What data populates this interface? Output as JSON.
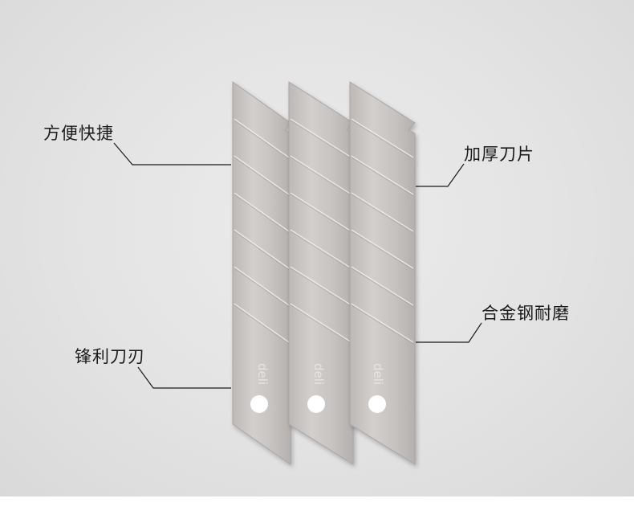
{
  "labels": {
    "convenient": "方便快捷",
    "thick_blade": "加厚刀片",
    "alloy_steel": "合金钢耐磨",
    "sharp_edge": "锋利刀刃"
  },
  "blade_brand": "deli",
  "colors": {
    "background": "#e3e3e3",
    "blade": "#c9c5c3",
    "blade_edge": "#a9a5a3",
    "leader_line": "#1b1b1b"
  }
}
